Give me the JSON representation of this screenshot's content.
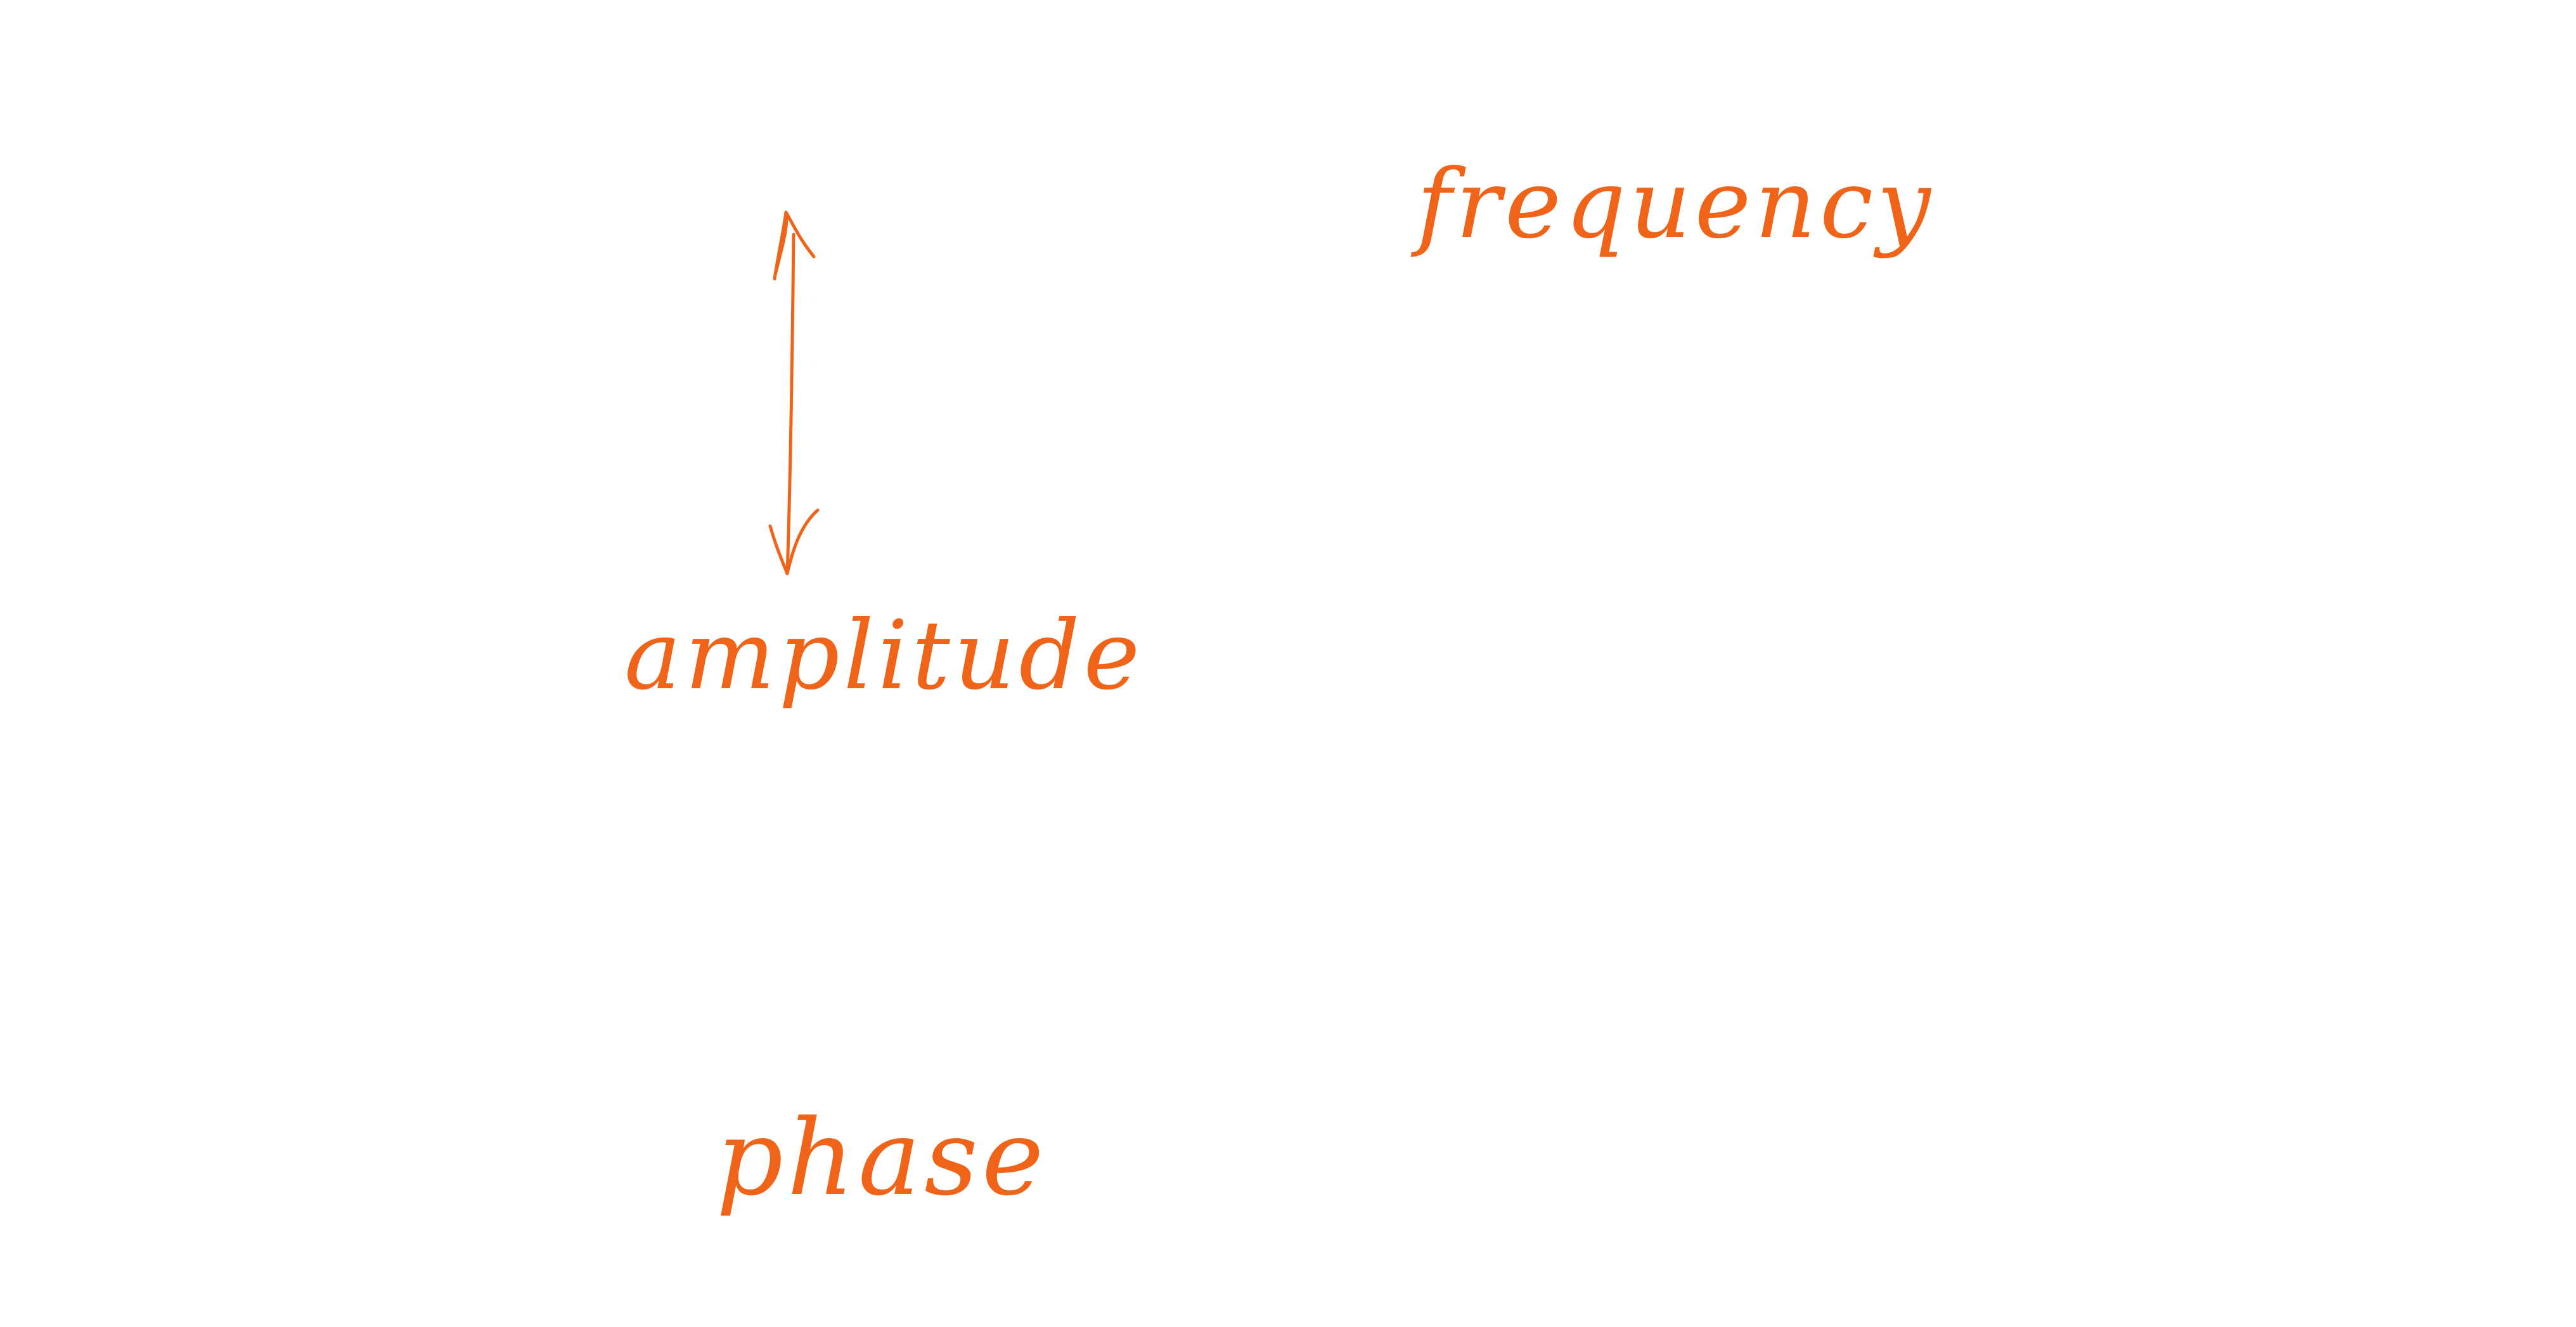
{
  "ink_color": "#f06419",
  "background_color": "#ffffff",
  "labels": {
    "frequency": "frequency",
    "amplitude": "amplitude",
    "phase": "phase"
  },
  "arrow": {
    "style": "double-headed",
    "orientation": "vertical"
  }
}
